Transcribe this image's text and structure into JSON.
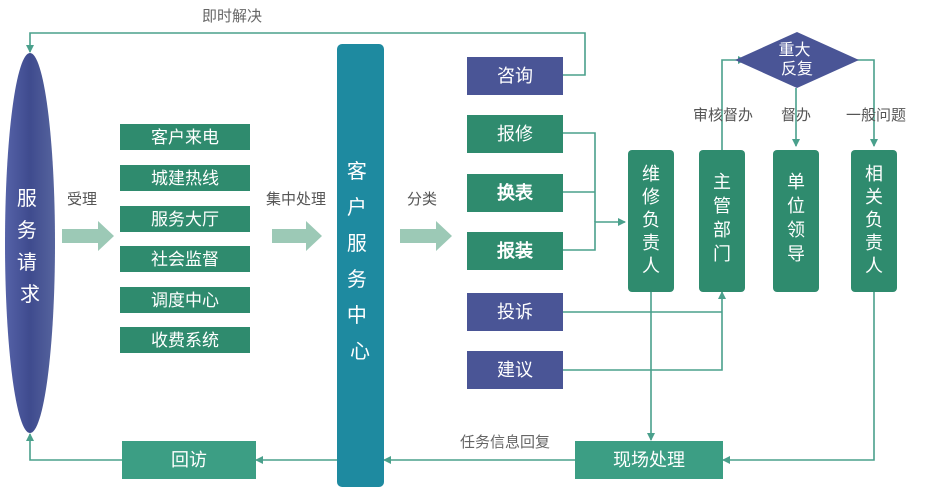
{
  "labels": {
    "immediate": "即时解决",
    "accept": "受理",
    "centralize": "集中处理",
    "classify": "分类",
    "review_supervise": "审核督办",
    "supervise": "督办",
    "general_issue": "一般问题",
    "task_reply": "任务信息回复"
  },
  "service_request": "服务请求",
  "channels": [
    "客户来电",
    "城建热线",
    "服务大厅",
    "社会监督",
    "调度中心",
    "收费系统"
  ],
  "center": "客户服务中心",
  "categories": {
    "consult": "咨询",
    "repair": "报修",
    "replace_meter": "换表",
    "install": "报装",
    "complaint": "投诉",
    "suggestion": "建议"
  },
  "major": "重大反复",
  "roles": {
    "maintenance": "维修负责人",
    "department": "主管部门",
    "unit_leader": "单位领导",
    "related": "相关负责人"
  },
  "onsite": "现场处理",
  "revisit": "回访",
  "colors": {
    "navy": "#4a5596",
    "green": "#2f8b6e",
    "teal": "#1e8aa0",
    "arrow_fill": "#9cc9b6",
    "line": "#4aa08c"
  }
}
